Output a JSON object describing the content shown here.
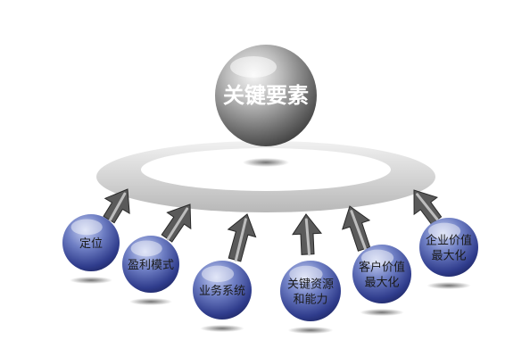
{
  "center": {
    "label": "关键要素"
  },
  "nodes": [
    {
      "lines": [
        "定位"
      ]
    },
    {
      "lines": [
        "盈利模式"
      ]
    },
    {
      "lines": [
        "业务系统"
      ]
    },
    {
      "lines": [
        "关键资源",
        "和能力"
      ]
    },
    {
      "lines": [
        "客户价值",
        "最大化"
      ]
    },
    {
      "lines": [
        "企业价值",
        "最大化"
      ]
    }
  ]
}
